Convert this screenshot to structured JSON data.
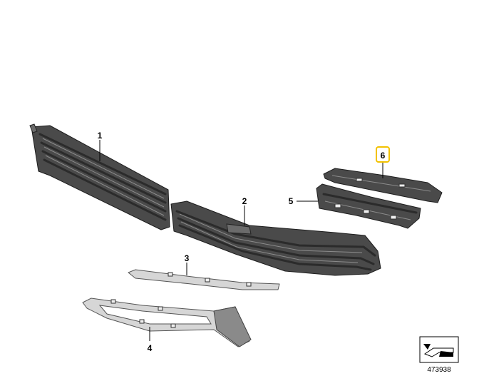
{
  "diagram": {
    "callouts": [
      {
        "id": "1",
        "label": "1",
        "highlighted": false
      },
      {
        "id": "2",
        "label": "2",
        "highlighted": false
      },
      {
        "id": "3",
        "label": "3",
        "highlighted": false
      },
      {
        "id": "4",
        "label": "4",
        "highlighted": false
      },
      {
        "id": "5",
        "label": "5",
        "highlighted": false
      },
      {
        "id": "6",
        "label": "6",
        "highlighted": true
      }
    ],
    "reference_number": "473938",
    "colors": {
      "highlight_border": "#f2c200",
      "part_dark": "#4a4a4a",
      "chrome": "#d6d6d6",
      "background": "#ffffff"
    },
    "icons": [
      "bumper-orientation-icon"
    ]
  }
}
